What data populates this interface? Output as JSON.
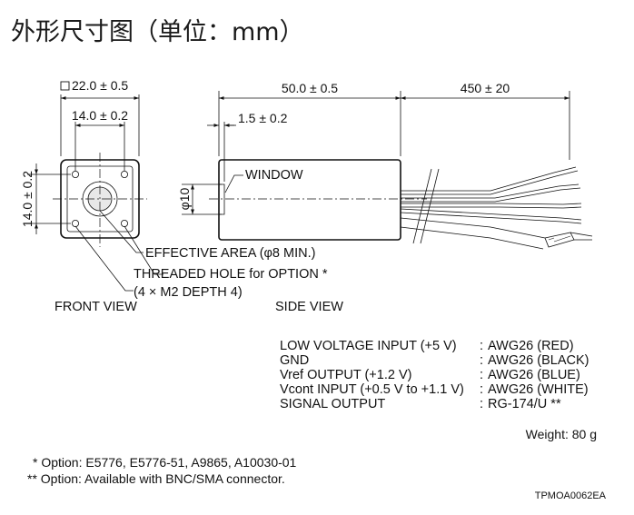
{
  "title": "外形尺寸图（单位：mm）",
  "front_view": {
    "label": "FRONT VIEW",
    "dim_width": "22.0 ± 0.5",
    "dim_hole_spacing": "14.0 ± 0.2",
    "dim_hole_spacing_vertical": "14.0 ± 0.2"
  },
  "side_view": {
    "label": "SIDE VIEW",
    "dim_length": "50.0 ± 0.5",
    "dim_cable": "450 ± 20",
    "dim_window_offset": "1.5 ± 0.2",
    "dim_diameter": "φ10",
    "window_label": "WINDOW"
  },
  "callouts": {
    "effective_area": "EFFECTIVE AREA (φ8 MIN.)",
    "threaded_hole": "THREADED HOLE for OPTION *",
    "threaded_hole_detail": "(4 × M2 DEPTH 4)"
  },
  "wiring": [
    {
      "signal": "LOW VOLTAGE INPUT (+5 V)",
      "sep": ":",
      "cable": "AWG26 (RED)"
    },
    {
      "signal": "GND",
      "sep": ":",
      "cable": "AWG26 (BLACK)"
    },
    {
      "signal": "Vref OUTPUT (+1.2 V)",
      "sep": ":",
      "cable": "AWG26 (BLUE)"
    },
    {
      "signal": "Vcont INPUT (+0.5 V to +1.1 V)",
      "sep": ":",
      "cable": "AWG26 (WHITE)"
    },
    {
      "signal": "SIGNAL OUTPUT",
      "sep": ":",
      "cable": "RG-174/U **"
    }
  ],
  "weight": "Weight: 80 g",
  "notes": [
    "* Option: E5776, E5776-51, A9865, A10030-01",
    "** Option: Available with BNC/SMA connector."
  ],
  "drawing_code": "TPMOA0062EA"
}
